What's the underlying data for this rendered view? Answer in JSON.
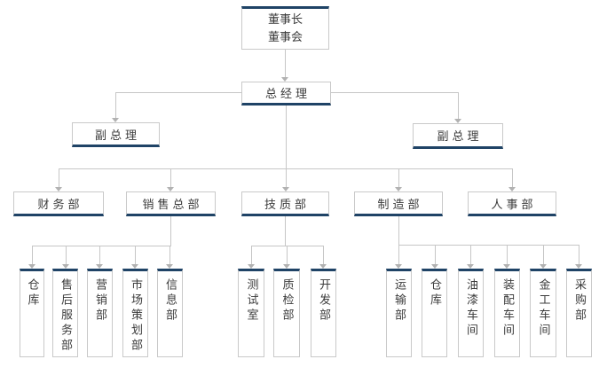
{
  "colors": {
    "accent": "#1f4366",
    "connector_line": "#c6c6c6",
    "box_border": "#c9c9c9",
    "arrowhead": "#b2b2b2",
    "text": "#3b3b3b"
  },
  "nodes": {
    "chairman": {
      "line1": "董事长",
      "line2": "董事会"
    },
    "general_manager": {
      "label": "总经理"
    },
    "vice_manager_left": {
      "label": "副总理"
    },
    "vice_manager_right": {
      "label": "副总理"
    },
    "finance_dept": {
      "label": "财务部"
    },
    "sales_hq": {
      "label": "销售总部"
    },
    "tech_quality_dept": {
      "label": "技质部"
    },
    "manufacturing_dept": {
      "label": "制造部"
    },
    "hr_dept": {
      "label": "人事部"
    },
    "warehouse_1": {
      "label": "仓库"
    },
    "after_sales_service_dept": {
      "label": "售后服务部"
    },
    "marketing_dept": {
      "label": "营销部"
    },
    "market_planning_dept": {
      "label": "市场策划部"
    },
    "information_dept": {
      "label": "信息部"
    },
    "test_room": {
      "label": "测试室"
    },
    "quality_inspection_dept": {
      "label": "质检部"
    },
    "development_dept": {
      "label": "开发部"
    },
    "transport_dept": {
      "label": "运输部"
    },
    "warehouse_2": {
      "label": "仓库"
    },
    "paint_workshop": {
      "label": "油漆车间"
    },
    "assembly_workshop": {
      "label": "装配车间"
    },
    "metalwork_workshop": {
      "label": "金工车间"
    },
    "purchasing_dept": {
      "label": "采购部"
    }
  }
}
